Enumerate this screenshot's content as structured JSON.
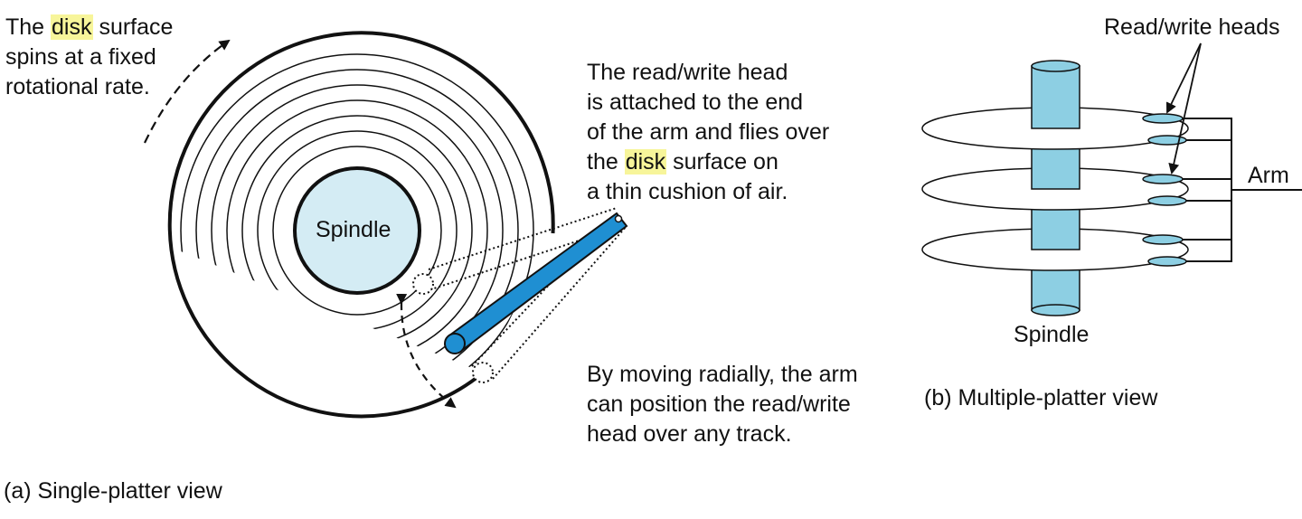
{
  "panel_a": {
    "spin_note": {
      "line1_pre": "The ",
      "line1_hl": "disk",
      "line1_post": " surface",
      "line2": "spins at a fixed",
      "line3": "rotational rate."
    },
    "spindle_label": "Spindle",
    "head_note": {
      "line1": "The read/write head",
      "line2": "is attached to the end",
      "line3": "of the arm and flies over",
      "line4_pre": "the ",
      "line4_hl": "disk",
      "line4_post": " surface on",
      "line5": "a thin cushion of air."
    },
    "move_note": {
      "line1": "By moving radially, the arm",
      "line2": "can position the read/write",
      "line3": "head over any track."
    },
    "caption": "(a) Single-platter view"
  },
  "panel_b": {
    "heads_label": "Read/write heads",
    "arm_label": "Arm",
    "spindle_label": "Spindle",
    "caption": "(b) Multiple-platter view"
  },
  "colors": {
    "spindle_fill": "#d4ecf4",
    "arm_fill": "#1f8fd2",
    "spindle_b_fill": "#8dcfe3",
    "head_fill": "#8dcfe3",
    "highlight": "#f7f59a"
  }
}
